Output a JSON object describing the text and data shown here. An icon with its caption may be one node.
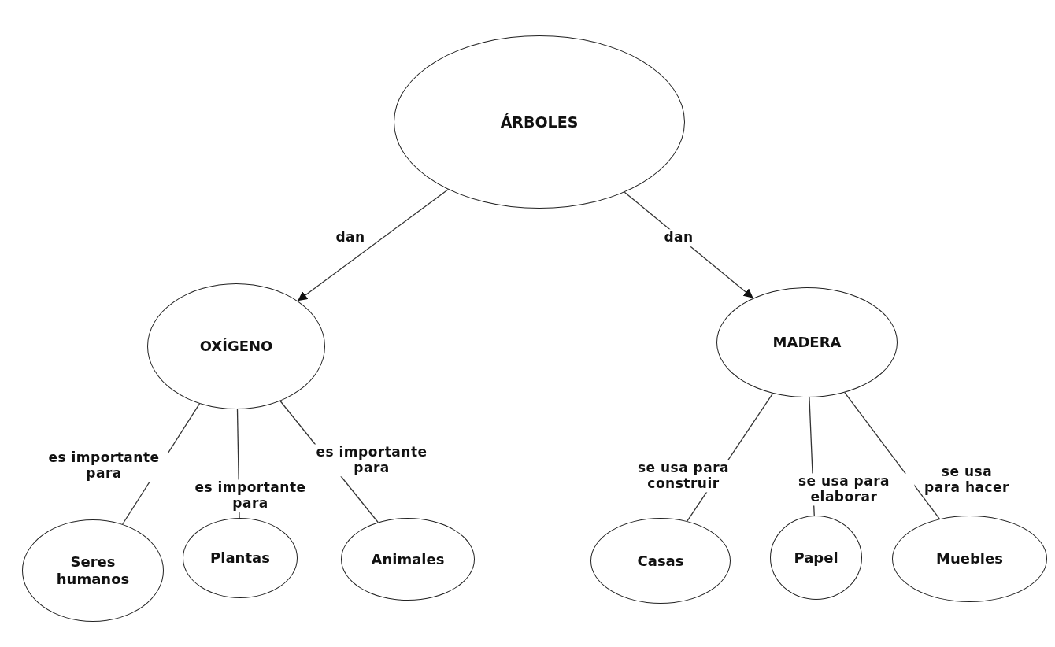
{
  "diagram": {
    "nodes": [
      {
        "text": [
          "ÁRBOLES"
        ]
      },
      {
        "text": [
          "OXÍGENO"
        ]
      },
      {
        "text": [
          "MADERA"
        ]
      },
      {
        "text": [
          "Seres humanos"
        ]
      },
      {
        "text": [
          "Plantas"
        ]
      },
      {
        "text": [
          "Animales"
        ]
      },
      {
        "text": [
          "Casas"
        ]
      },
      {
        "text": [
          "Papel"
        ]
      },
      {
        "text": [
          "Muebles"
        ]
      }
    ],
    "edges": [
      {
        "from": 0,
        "to": 1,
        "arrow": "to",
        "label": "dan"
      },
      {
        "from": 0,
        "to": 2,
        "arrow": "to",
        "label": "dan"
      },
      {
        "from": 1,
        "to": 3,
        "arrow": "none",
        "label": "es importante para"
      },
      {
        "from": 1,
        "to": 4,
        "arrow": "none",
        "label": "es importante para"
      },
      {
        "from": 1,
        "to": 5,
        "arrow": "none",
        "label": "es importante para"
      },
      {
        "from": 2,
        "to": 6,
        "arrow": "none",
        "label": "se usa para construir"
      },
      {
        "from": 2,
        "to": 7,
        "arrow": "none",
        "label": "se usa para elaborar"
      },
      {
        "from": 2,
        "to": 8,
        "arrow": "none",
        "label": "se usa para hacer"
      }
    ]
  }
}
